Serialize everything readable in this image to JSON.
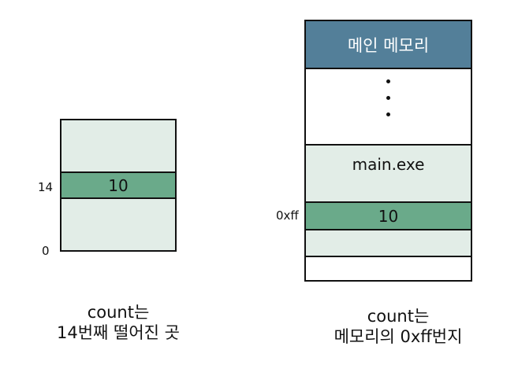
{
  "left_diagram": {
    "index_top_label": "14",
    "index_bottom_label": "0",
    "value_cell": "10",
    "caption_line1": "count는",
    "caption_line2": "14번째 떨어진 곳"
  },
  "right_diagram": {
    "header": "메인 메모리",
    "ellipsis_icon": "vertical-ellipsis",
    "program_label": "main.exe",
    "address_label": "0xff",
    "value_cell": "10",
    "caption_line1": "count는",
    "caption_line2": "메모리의 0xff번지"
  },
  "colors": {
    "light_fill": "#e2ede7",
    "highlight_fill": "#6aaa8a",
    "header_fill": "#537f99",
    "border": "#111111",
    "text": "#111111",
    "header_text": "#ffffff"
  }
}
